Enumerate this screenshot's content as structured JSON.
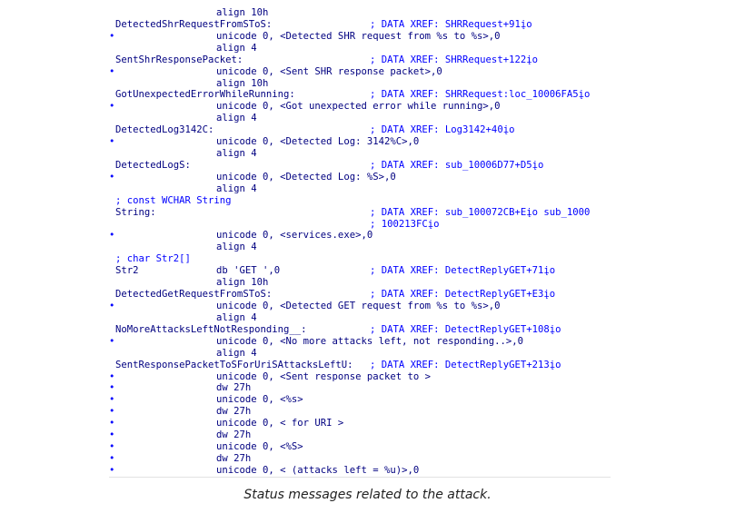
{
  "listing": {
    "rows": [
      {
        "label": "",
        "instr": "align 10h",
        "xref": "",
        "bullet": false
      },
      {
        "label": "DetectedShrRequestFromSToS:",
        "instr": "",
        "xref": "; DATA XREF: SHRRequest+91įo",
        "bullet": false
      },
      {
        "label": "",
        "instr": "unicode 0, <Detected SHR request from %s to %s>,0",
        "xref": "",
        "bullet": true
      },
      {
        "label": "",
        "instr": "align 4",
        "xref": "",
        "bullet": false
      },
      {
        "label": "SentShrResponsePacket:",
        "instr": "",
        "xref": "; DATA XREF: SHRRequest+122įo",
        "bullet": false
      },
      {
        "label": "",
        "instr": "unicode 0, <Sent SHR response packet>,0",
        "xref": "",
        "bullet": true
      },
      {
        "label": "",
        "instr": "align 10h",
        "xref": "",
        "bullet": false
      },
      {
        "label": "GotUnexpectedErrorWhileRunning:",
        "instr": "",
        "xref": "; DATA XREF: SHRRequest:loc_10006FA5įo",
        "bullet": false
      },
      {
        "label": "",
        "instr": "unicode 0, <Got unexpected error while running>,0",
        "xref": "",
        "bullet": true
      },
      {
        "label": "",
        "instr": "align 4",
        "xref": "",
        "bullet": false
      },
      {
        "label": "DetectedLog3142C:",
        "instr": "",
        "xref": "; DATA XREF: Log3142+40įo",
        "bullet": false
      },
      {
        "label": "",
        "instr": "unicode 0, <Detected Log: 3142%C>,0",
        "xref": "",
        "bullet": true
      },
      {
        "label": "",
        "instr": "align 4",
        "xref": "",
        "bullet": false
      },
      {
        "label": "DetectedLogS:",
        "instr": "",
        "xref": "; DATA XREF: sub_10006D77+D5įo",
        "bullet": false
      },
      {
        "label": "",
        "instr": "unicode 0, <Detected Log: %S>,0",
        "xref": "",
        "bullet": true
      },
      {
        "label": "",
        "instr": "align 4",
        "xref": "",
        "bullet": false
      },
      {
        "comment": "; const WCHAR String"
      },
      {
        "label": "String:",
        "instr": "",
        "xref": "; DATA XREF: sub_100072CB+Eįo sub_1000",
        "bullet": false
      },
      {
        "label": "",
        "instr": "",
        "xref": "; 100213FCįo",
        "bullet": false
      },
      {
        "label": "",
        "instr": "unicode 0, <services.exe>,0",
        "xref": "",
        "bullet": true
      },
      {
        "label": "",
        "instr": "align 4",
        "xref": "",
        "bullet": false
      },
      {
        "comment": "; char Str2[]"
      },
      {
        "label": "Str2",
        "instr": "db 'GET ',0",
        "xref": "; DATA XREF: DetectReplyGET+71įo",
        "bullet": false
      },
      {
        "label": "",
        "instr": "align 10h",
        "xref": "",
        "bullet": false
      },
      {
        "label": "DetectedGetRequestFromSToS:",
        "instr": "",
        "xref": "; DATA XREF: DetectReplyGET+E3įo",
        "bullet": false
      },
      {
        "label": "",
        "instr": "unicode 0, <Detected GET request from %s to %s>,0",
        "xref": "",
        "bullet": true
      },
      {
        "label": "",
        "instr": "align 4",
        "xref": "",
        "bullet": false
      },
      {
        "label": "NoMoreAttacksLeftNotResponding__:",
        "instr": "",
        "xref": "; DATA XREF: DetectReplyGET+108įo",
        "bullet": false
      },
      {
        "label": "",
        "instr": "unicode 0, <No more attacks left, not responding..>,0",
        "xref": "",
        "bullet": true
      },
      {
        "label": "",
        "instr": "align 4",
        "xref": "",
        "bullet": false
      },
      {
        "label": "SentResponsePacketToSForUriSAttacksLeftU:",
        "instr": "",
        "xref": "; DATA XREF: DetectReplyGET+213įo",
        "bullet": false
      },
      {
        "label": "",
        "instr": "unicode 0, <Sent response packet to >",
        "xref": "",
        "bullet": true
      },
      {
        "label": "",
        "instr": "dw 27h",
        "xref": "",
        "bullet": true
      },
      {
        "label": "",
        "instr": "unicode 0, <%s>",
        "xref": "",
        "bullet": true
      },
      {
        "label": "",
        "instr": "dw 27h",
        "xref": "",
        "bullet": true
      },
      {
        "label": "",
        "instr": "unicode 0, < for URI >",
        "xref": "",
        "bullet": true
      },
      {
        "label": "",
        "instr": "dw 27h",
        "xref": "",
        "bullet": true
      },
      {
        "label": "",
        "instr": "unicode 0, <%S>",
        "xref": "",
        "bullet": true
      },
      {
        "label": "",
        "instr": "dw 27h",
        "xref": "",
        "bullet": true
      },
      {
        "label": "",
        "instr": "unicode 0, < (attacks left = %u)>,0",
        "xref": "",
        "bullet": true
      }
    ]
  },
  "bullet_char": "•",
  "caption": "Status messages related to the attack.",
  "colors": {
    "text": "#000080",
    "xref": "#0000ff",
    "bullet": "#0000ff",
    "background": "#ffffff"
  }
}
